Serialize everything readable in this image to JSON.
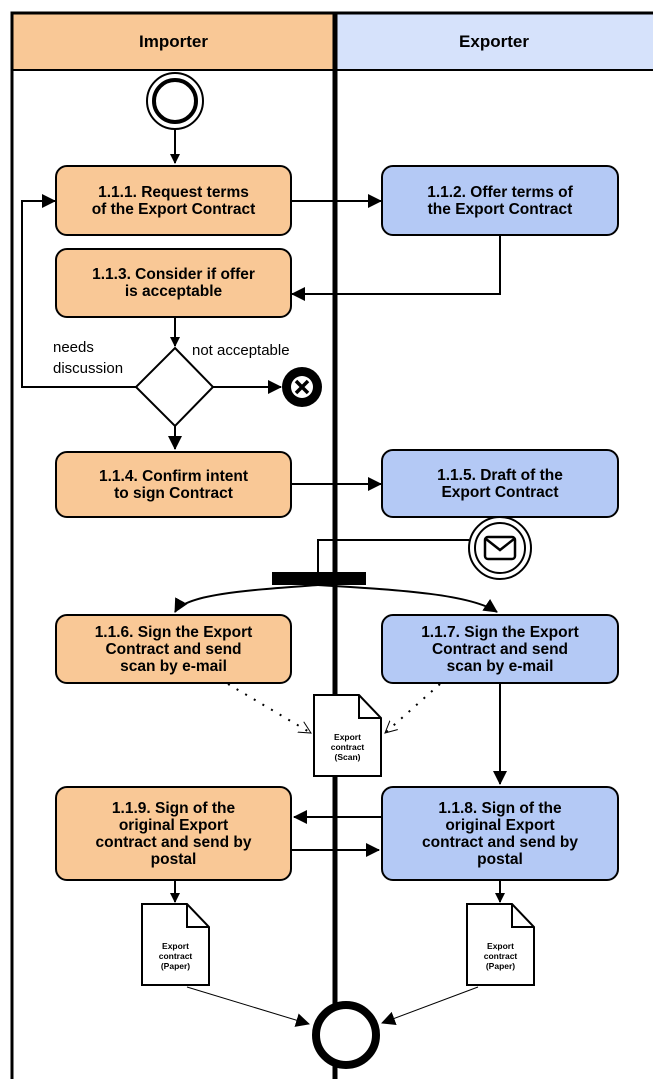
{
  "lanes": {
    "importer": "Importer",
    "exporter": "Exporter"
  },
  "colors": {
    "importer_fill": "#f9c896",
    "exporter_fill": "#b4c9f5",
    "line": "#000000"
  },
  "tasks": {
    "t111": "1.1.1. Request terms\nof the Export Contract",
    "t112": "1.1.2. Offer terms of\nthe Export Contract",
    "t113": "1.1.3. Consider if offer\nis acceptable",
    "t114": "1.1.4. Confirm intent\nto sign Contract",
    "t115": "1.1.5. Draft of the\nExport Contract",
    "t116": "1.1.6. Sign the Export\nContract and send\nscan by e-mail",
    "t117": "1.1.7. Sign the Export\nContract and send\nscan by e-mail",
    "t119": "1.1.9.  Sign of the\noriginal Export\ncontract and send by\npostal",
    "t118": "1.1.8.  Sign of the\noriginal Export\ncontract and send by\npostal"
  },
  "gateway_labels": {
    "needs_discussion": "needs\ndiscussion",
    "not_acceptable": "not acceptable"
  },
  "documents": {
    "scan": "Export\ncontract\n(Scan)",
    "paper_importer": "Export\ncontract\n(Paper)",
    "paper_exporter": "Export\ncontract\n(Paper)"
  },
  "icons": {
    "start": "start-event-icon",
    "terminate": "terminate-end-icon",
    "message": "envelope-icon",
    "end": "end-event-icon",
    "gateway": "gateway-diamond-icon",
    "fork": "parallel-bar-icon"
  }
}
